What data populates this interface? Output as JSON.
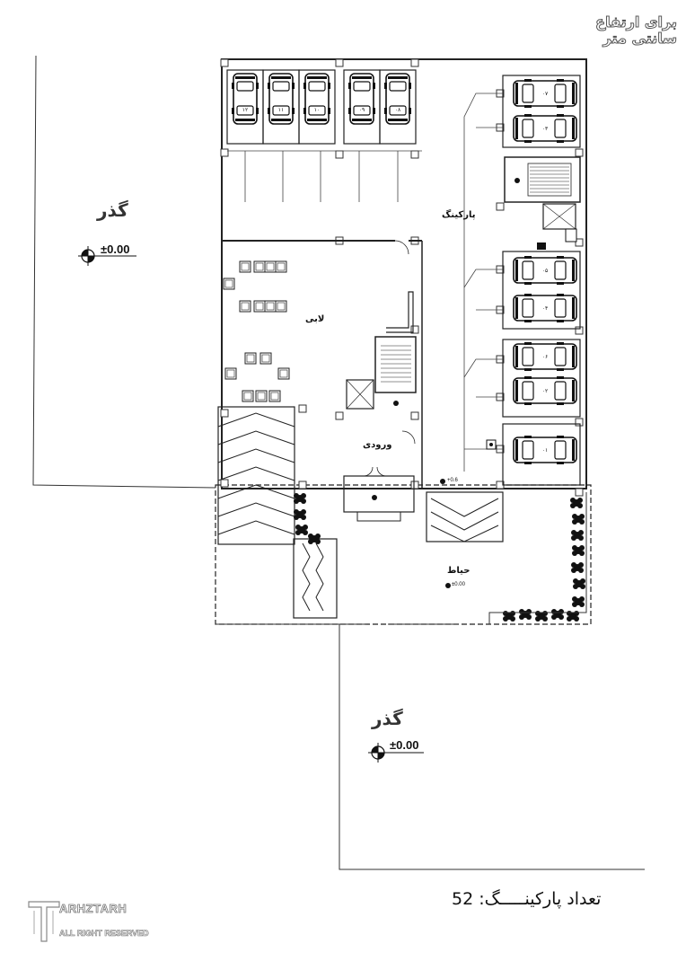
{
  "title": {
    "line1": "برای ارتفاع",
    "line2": "سانتی متر"
  },
  "labels": {
    "street_top": "گذر",
    "street_bottom": "گذر",
    "elevation_top": "±0.00",
    "elevation_bottom": "±0.00",
    "parking": "پارکینگ",
    "lobby": "لابی",
    "entrance": "ورودی",
    "yard": "حیاط",
    "yard_elevation": "±0.00",
    "ramp_elevation": "+0.6"
  },
  "parking_count": {
    "label": "تعداد پارکینـــــگ:",
    "value": "52"
  },
  "parking_spaces": {
    "top_row": [
      "۰۹",
      "۱۰",
      "۱۱",
      "۰۸",
      "۱۲"
    ],
    "right_column": [
      "۰۷",
      "۰۳",
      "۰۵",
      "۰۴",
      "۰۶",
      "۰۲",
      "۰۱"
    ]
  },
  "logo": {
    "name": "ARHZTARH",
    "tagline": "ALL RIGHT RESERVED"
  }
}
